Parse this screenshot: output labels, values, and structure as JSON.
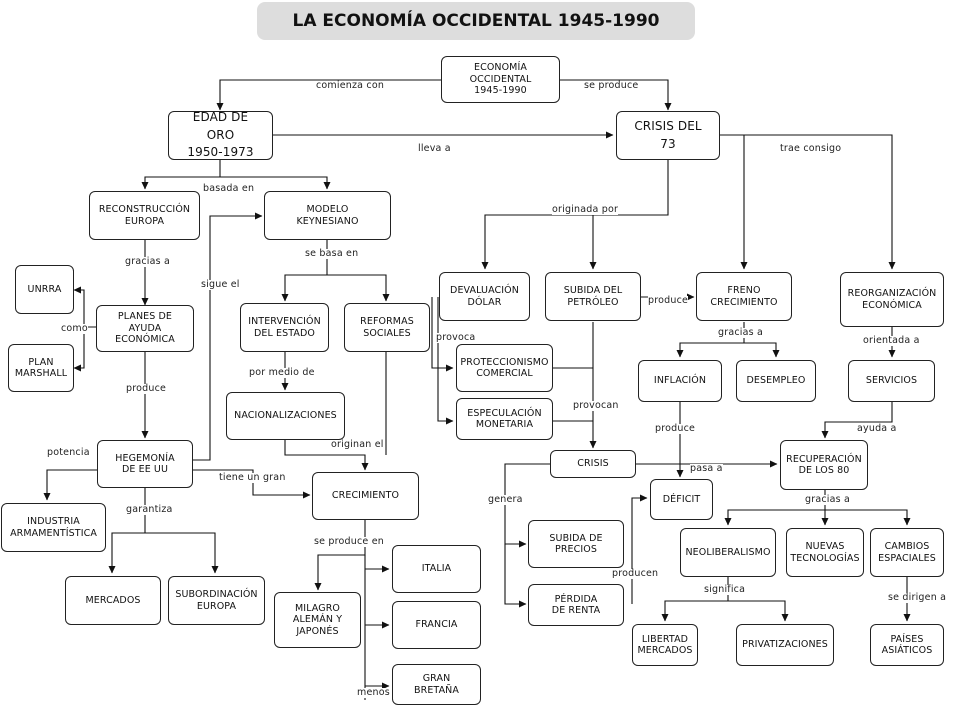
{
  "title": "LA ECONOMÍA OCCIDENTAL 1945-1990",
  "nodes": {
    "root": "ECONOMÍA\nOCCIDENTAL\n1945-1990",
    "edad_oro": "EDAD DE\nORO\n1950-1973",
    "crisis73": "CRISIS DEL\n73",
    "reconstruccion": "RECONSTRUCCIÓN\nEUROPA",
    "keynesiano": "MODELO\nKEYNESIANO",
    "unrra": "UNRRA",
    "plan_marshall": "PLAN\nMARSHALL",
    "planes_ayuda": "PLANES DE\nAYUDA\nECONÓMICA",
    "intervencion": "INTERVENCIÓN\nDEL ESTADO",
    "reformas": "REFORMAS\nSOCIALES",
    "nacionalizaciones": "NACIONALIZACIONES",
    "hegemonia": "HEGEMONÍA\nDE EE UU",
    "crecimiento": "CRECIMIENTO",
    "industria": "INDUSTRIA\nARMAMENTÍSTICA",
    "mercados": "MERCADOS",
    "subordinacion": "SUBORDINACIÓN\nEUROPA",
    "milagro": "MILAGRO\nALEMÁN Y\nJAPONÉS",
    "italia": "ITALIA",
    "francia": "FRANCIA",
    "gran_bretana": "GRAN\nBRETAÑA",
    "devaluacion": "DEVALUACIÓN\nDÓLAR",
    "subida_petroleo": "SUBIDA DEL\nPETRÓLEO",
    "freno": "FRENO\nCRECIMIENTO",
    "reorganizacion": "REORGANIZACIÓN\nECONÓMICA",
    "proteccionismo": "PROTECCIONISMO\nCOMERCIAL",
    "especulacion": "ESPECULACIÓN\nMONETARIA",
    "inflacion": "INFLACIÓN",
    "desempleo": "DESEMPLEO",
    "servicios": "SERVICIOS",
    "crisis": "CRISIS",
    "recuperacion": "RECUPERACIÓN\nDE LOS 80",
    "deficit": "DÉFICIT",
    "subida_precios": "SUBIDA DE\nPRECIOS",
    "perdida_renta": "PÉRDIDA\nDE RENTA",
    "neoliberalismo": "NEOLIBERALISMO",
    "nuevas_tec": "NUEVAS\nTECNOLOGÍAS",
    "cambios_esp": "CAMBIOS\nESPACIALES",
    "libertad": "LIBERTAD\nMERCADOS",
    "privatizaciones": "PRIVATIZACIONES",
    "paises_asiaticos": "PAÍSES\nASIÁTICOS"
  },
  "links": {
    "comienza_con": "comienza con",
    "se_produce": "se produce",
    "lleva_a": "lleva a",
    "trae_consigo": "trae consigo",
    "basada_en": "basada en",
    "originada_por": "originada por",
    "gracias_a_1": "gracias a",
    "se_basa_en": "se basa en",
    "sigue_el": "sigue el",
    "como": "como",
    "produce_1": "produce",
    "por_medio_de": "por medio de",
    "provoca": "provoca",
    "produce_2": "produce",
    "gracias_a_2": "gracias a",
    "orientada_a": "orientada a",
    "provocan": "provocan",
    "originan_el": "originan el",
    "potencia": "potencia",
    "tiene_un_gran": "tiene un gran",
    "produce_3": "produce",
    "ayuda_a": "ayuda a",
    "pasa_a": "pasa a",
    "garantiza": "garantiza",
    "genera": "genera",
    "gracias_a_3": "gracias a",
    "se_produce_en": "se produce en",
    "producen": "producen",
    "significa": "significa",
    "se_dirigen_a": "se dirigen a",
    "menos": "menos"
  }
}
